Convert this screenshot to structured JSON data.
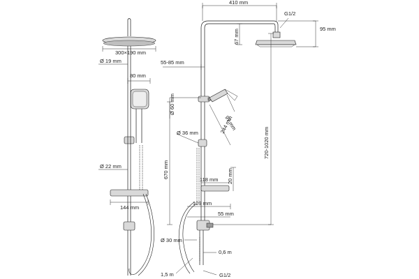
{
  "labels": {
    "head_size": "300×190 mm",
    "pipe_dia": "Ø 19 mm",
    "hand_width": "80 mm",
    "rail_dia": "Ø 22 mm",
    "shelf_width": "144 mm",
    "top_width": "410 mm",
    "thread_top": "G1/2",
    "head_drop": "67 mm",
    "head_height": "95 mm",
    "offset_range": "55-85 mm",
    "holder_dia": "Ø 60 mm",
    "hand_h1": "97 mm",
    "hand_h2": "244 mm",
    "slider_dia": "Ø 36 mm",
    "rail_len": "670 mm",
    "total_height": "720-1020 mm",
    "shelf_len": "118 mm",
    "shelf_h": "20 mm",
    "mixer_w": "109 mm",
    "mixer_off": "55 mm",
    "mixer_dia": "Ø 30 mm",
    "hose_short": "0,6 m",
    "hose_long": "1,5 m",
    "thread_bottom": "G1/2"
  }
}
